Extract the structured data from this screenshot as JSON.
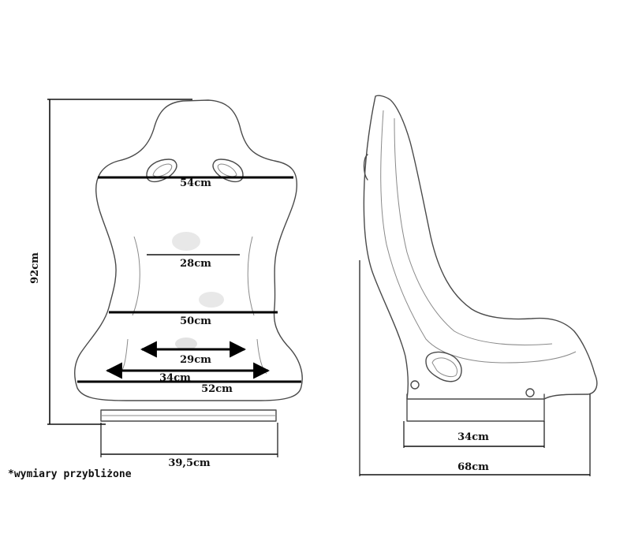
{
  "front_view": {
    "height_label": "92cm",
    "headrest_width_label": "54cm",
    "back_inner_width_label": "28cm",
    "shoulder_width_label": "50cm",
    "seat_inner_width_label": "29cm",
    "seat_width_label": "34cm",
    "base_width_label": "52cm",
    "mount_width_label": "39,5cm"
  },
  "side_view": {
    "mount_length_label": "34cm",
    "depth_label": "68cm"
  },
  "footnote": "*wymiary przybliżone",
  "colors": {
    "line": "#111111",
    "sketch": "#4a4a4a",
    "background": "#ffffff"
  }
}
